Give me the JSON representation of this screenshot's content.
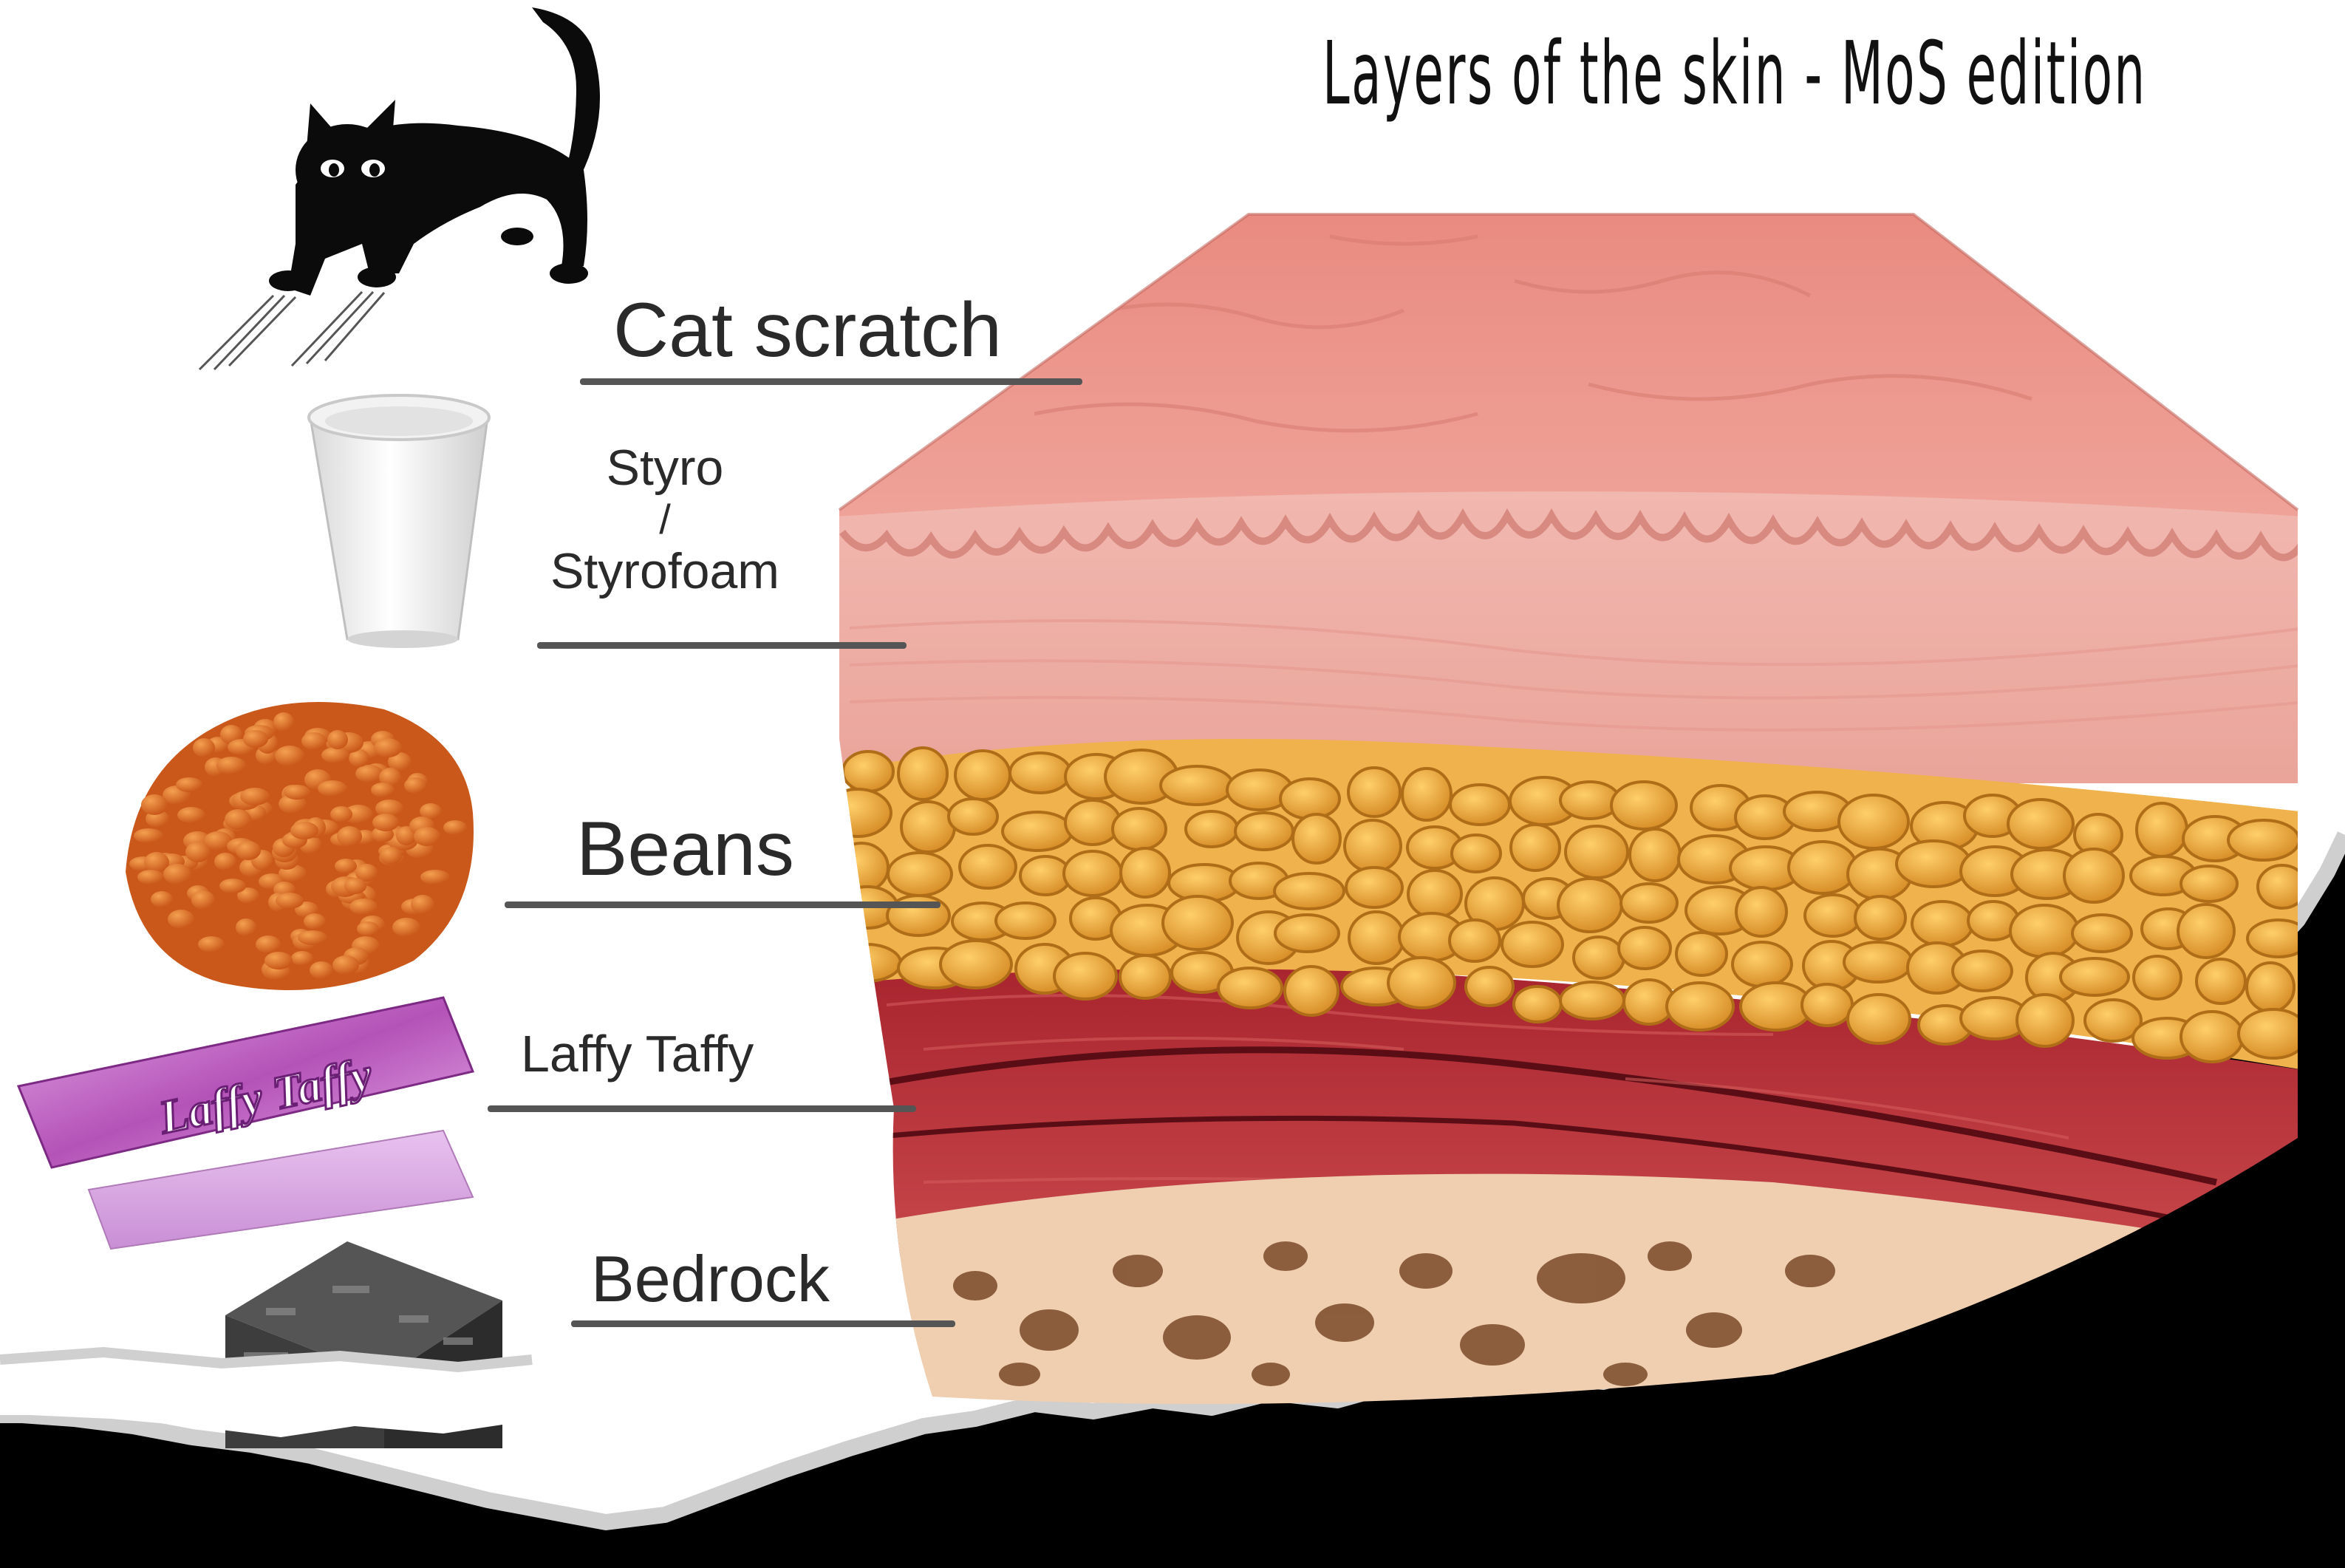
{
  "title": "Layers of the skin - MoS edition",
  "labels": {
    "cat_scratch": "Cat scratch",
    "styro_line1": "Styro",
    "styro_line2": "/",
    "styro_line3": "Styrofoam",
    "beans": "Beans",
    "laffy_taffy": "Laffy Taffy",
    "bedrock": "Bedrock"
  },
  "candy_wrapper_text": "Laffy Taffy",
  "icons": [
    "cat-icon",
    "foam-cup-icon",
    "beans-icon",
    "laffy-taffy-icon",
    "bedrock-block-icon"
  ],
  "colors": {
    "epidermis": "#e8958a",
    "dermis": "#f2b6ad",
    "fat": "#e9a540",
    "muscle": "#b8343a",
    "bone": "#efcfb0",
    "paper": "#ffffff",
    "background": "#000000",
    "text": "#2a2a2a"
  }
}
